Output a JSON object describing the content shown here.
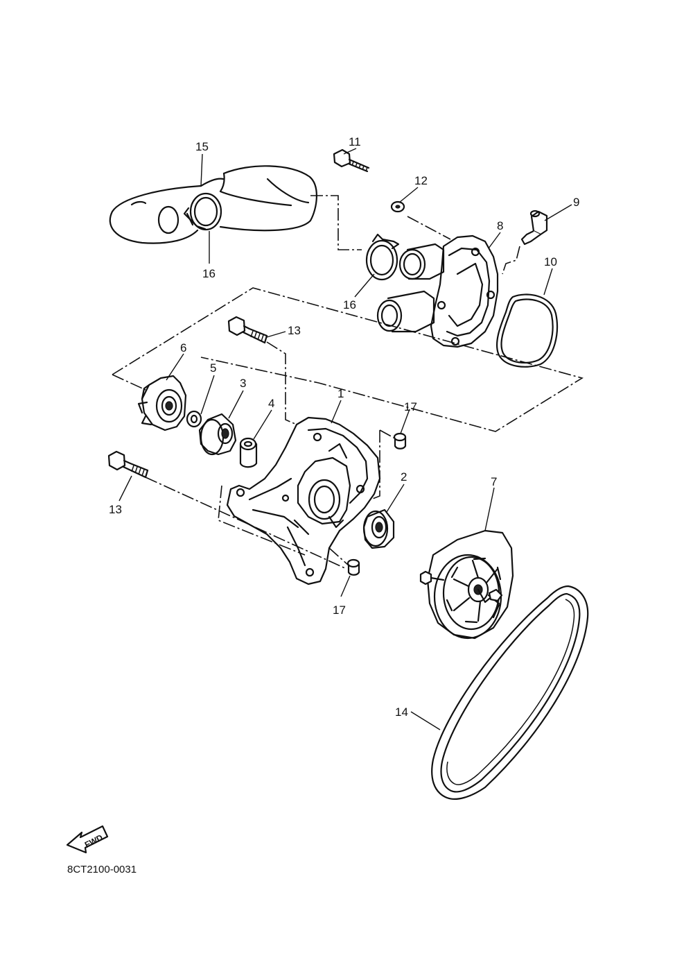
{
  "callouts": [
    {
      "id": "label-15",
      "text": "15"
    },
    {
      "id": "label-16-left",
      "text": "16"
    },
    {
      "id": "label-11",
      "text": "11"
    },
    {
      "id": "label-12",
      "text": "12"
    },
    {
      "id": "label-9",
      "text": "9"
    },
    {
      "id": "label-8",
      "text": "8"
    },
    {
      "id": "label-10",
      "text": "10"
    },
    {
      "id": "label-16-right",
      "text": "16"
    },
    {
      "id": "label-13-top",
      "text": "13"
    },
    {
      "id": "label-6",
      "text": "6"
    },
    {
      "id": "label-5",
      "text": "5"
    },
    {
      "id": "label-3",
      "text": "3"
    },
    {
      "id": "label-4",
      "text": "4"
    },
    {
      "id": "label-1",
      "text": "1"
    },
    {
      "id": "label-17-top",
      "text": "17"
    },
    {
      "id": "label-2",
      "text": "2"
    },
    {
      "id": "label-13-bottom",
      "text": "13"
    },
    {
      "id": "label-7",
      "text": "7"
    },
    {
      "id": "label-17-bottom",
      "text": "17"
    },
    {
      "id": "label-14",
      "text": "14"
    }
  ],
  "fwd_label": "FWD",
  "diagram_code": "8CT2100-0031"
}
